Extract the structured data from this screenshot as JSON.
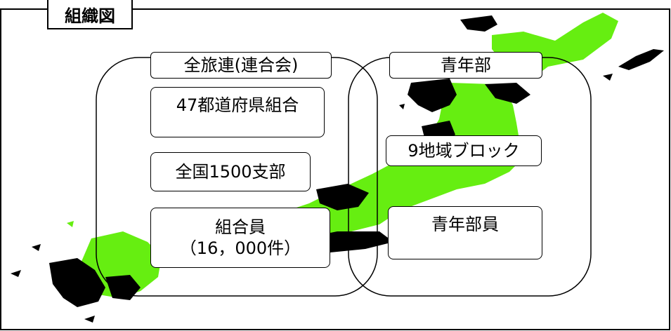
{
  "title": "組織図",
  "left_group": {
    "header": "全旅連(連合会)",
    "items": [
      "47都道府県組合",
      "全国1500支部"
    ],
    "member_line1": "組合員",
    "member_line2": "（16，000件）"
  },
  "right_group": {
    "header": "青年部",
    "items": [
      "9地域ブロック"
    ],
    "member": "青年部員"
  },
  "colors": {
    "land_green": "#66ee11",
    "land_black": "#000000",
    "line": "#000000"
  }
}
